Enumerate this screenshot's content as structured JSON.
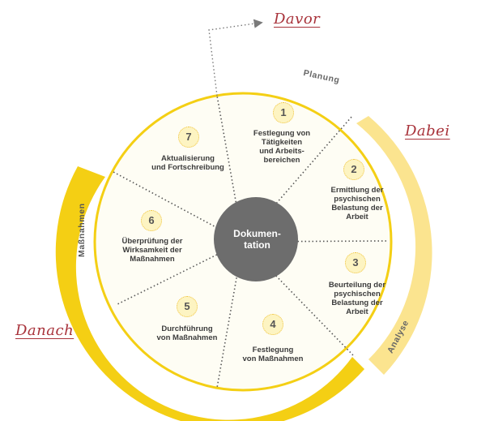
{
  "labels": {
    "davor": "Davor",
    "dabei": "Dabei",
    "danach": "Danach"
  },
  "phases": {
    "planung": "Planung",
    "analyse": "Analyse",
    "massnahmen": "Maßnahmen"
  },
  "center": "Dokumen-\ntation",
  "steps": [
    {
      "num": "1",
      "label": "Festlegung von\nTätigkeiten\nund Arbeits-\nbereichen"
    },
    {
      "num": "2",
      "label": "Ermittlung der\npsychischen\nBelastung der\nArbeit"
    },
    {
      "num": "3",
      "label": "Beurteilung der\npsychischen\nBelastung der\nArbeit"
    },
    {
      "num": "4",
      "label": "Festlegung\nvon Maßnahmen"
    },
    {
      "num": "5",
      "label": "Durchführung\nvon Maßnahmen"
    },
    {
      "num": "6",
      "label": "Überprüfung der\nWirksamkeit der\nMaßnahmen"
    },
    {
      "num": "7",
      "label": "Aktualisierung\nund Fortschreibung"
    }
  ],
  "colors": {
    "yellow_dark": "#f4cf14",
    "yellow_light": "#fbe48f",
    "circle_fill": "#fefdf4",
    "center_fill": "#6d6d6d",
    "arrow": "#7a7a7a"
  }
}
